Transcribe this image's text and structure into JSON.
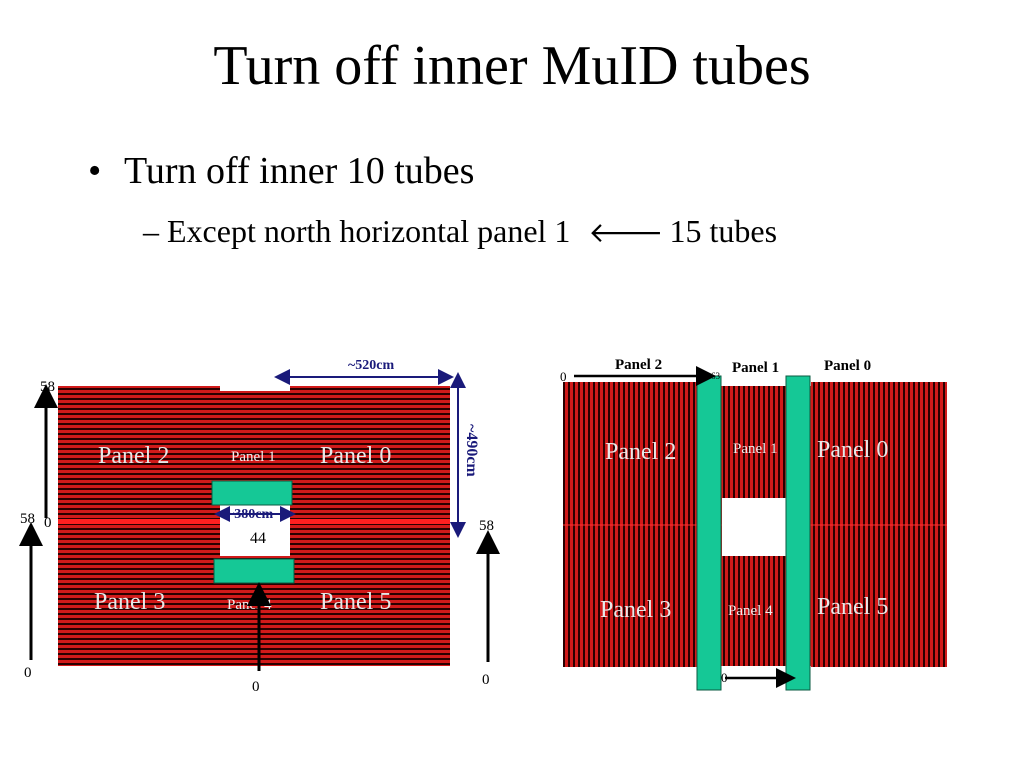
{
  "slide": {
    "title": "Turn off inner MuID tubes",
    "bullet": "Turn off inner 10 tubes",
    "sub_bullet_dash": "–",
    "sub_bullet_text": "Except north horizontal panel 1",
    "sub_bullet_arrow": "🡐",
    "sub_bullet_result": "15 tubes"
  },
  "left_diagram": {
    "panels": {
      "p2": "Panel 2",
      "p1": "Panel 1",
      "p0": "Panel 0",
      "p3": "Panel 3",
      "p4": "Panel 4",
      "p5": "Panel 5"
    },
    "dim_width": "~520cm",
    "dim_height": "~490cm",
    "dim_gap": "~380cm",
    "label_44": "44",
    "axis_top_max": "58",
    "axis_top_min": "0",
    "axis_left_max": "58",
    "axis_left_min": "0",
    "axis_right_max": "58",
    "axis_right_min": "0",
    "axis_bottom_min": "0"
  },
  "right_diagram": {
    "panels": {
      "p2": "Panel 2",
      "p1": "Panel 1",
      "p0": "Panel 0",
      "p3": "Panel 3",
      "p4": "Panel 4",
      "p5": "Panel 5"
    },
    "header_p2": "Panel 2",
    "header_p1": "Panel 1",
    "header_p0": "Panel 0",
    "axis_top_min": "0",
    "axis_top_max": "63",
    "axis_bottom_min": "0"
  },
  "colors": {
    "tube_red": "#d11a1a",
    "tube_dark": "#2a0000",
    "highlight_green": "#15c896",
    "dimension_navy": "#1a1a7a"
  }
}
